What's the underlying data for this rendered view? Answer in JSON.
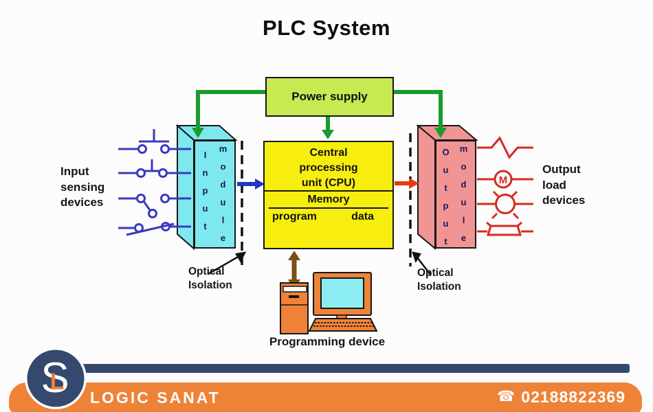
{
  "title": "PLC System",
  "diagram": {
    "power_supply_label": "Power supply",
    "cpu": {
      "top_text": "Central\nprocessing\nunit (CPU)",
      "memory_label": "Memory",
      "program_label": "program",
      "data_label": "data"
    },
    "input_module": {
      "word1": "Input",
      "word2": "module"
    },
    "output_module": {
      "word1": "Output",
      "word2": "module"
    },
    "input_devices_label": "Input\nsensing\ndevices",
    "output_devices_label": "Output\nload\ndevices",
    "optical_isolation_left": "Optical\nIsolation",
    "optical_isolation_right": "Optical\nIsolation",
    "programming_device_label": "Programming device",
    "motor_letter": "M",
    "icons": {
      "input_symbols": "contact-switch-symbols",
      "load_1": "resistor-heater-zigzag",
      "load_2": "motor-circle-M",
      "load_3": "lamp-circle-rays",
      "load_4": "speaker-horn",
      "programming_device": "computer-tower-monitor-keyboard"
    },
    "colors": {
      "power_supply_fill": "#c7e952",
      "cpu_fill": "#f7ee0f",
      "input_module_fill": "#7ee8ef",
      "output_module_fill": "#f19494",
      "green_arrow": "#1b9b2c",
      "blue_arrow": "#2336c4",
      "red_arrow": "#e23c12",
      "brown_arrow": "#7c4e16",
      "switch_blue": "#3939c0",
      "load_red": "#d62a1e",
      "device_orange": "#ee8338"
    }
  },
  "footer": {
    "company": "LOGIC SANAT",
    "phone": "02188822369",
    "phone_icon_glyph": "☎",
    "logo_letter_s": "S",
    "logo_letter_l": "L",
    "colors": {
      "bar_navy": "#35496e",
      "bar_orange": "#ee8338"
    }
  }
}
